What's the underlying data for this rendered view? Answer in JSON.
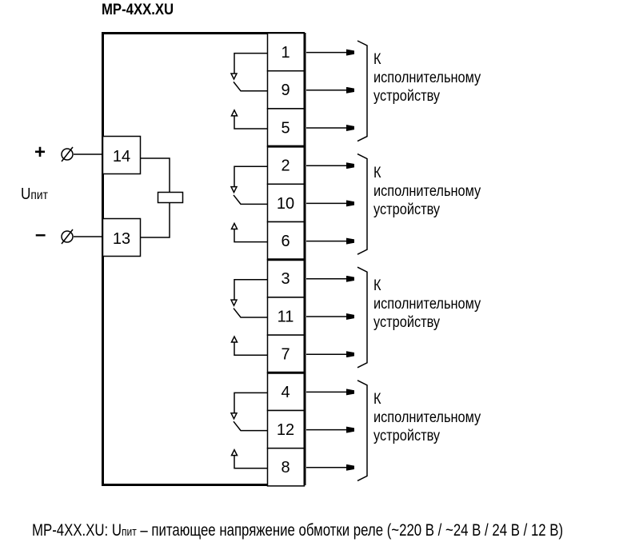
{
  "title": "MP-4XX.XU",
  "supply": {
    "label_main": "U",
    "label_sub": "пит",
    "plus_sign": "+",
    "minus_sign": "–",
    "terminals": [
      {
        "number": "14",
        "polarity": "+"
      },
      {
        "number": "13",
        "polarity": "-"
      }
    ]
  },
  "relay_groups": [
    {
      "terminals": [
        "1",
        "9",
        "5"
      ],
      "destination": [
        "К",
        "исполнительному",
        "устройству"
      ]
    },
    {
      "terminals": [
        "2",
        "10",
        "6"
      ],
      "destination": [
        "К",
        "исполнительному",
        "устройству"
      ]
    },
    {
      "terminals": [
        "3",
        "11",
        "7"
      ],
      "destination": [
        "К",
        "исполнительному",
        "устройству"
      ]
    },
    {
      "terminals": [
        "4",
        "12",
        "8"
      ],
      "destination": [
        "К",
        "исполнительному",
        "устройству"
      ]
    }
  ],
  "caption": {
    "prefix": "MP-4XX.XU: U",
    "sub": "пит",
    "rest": " – питающее напряжение обмотки реле (~220 В / ~24 В / 24 В / 12 В)"
  },
  "colors": {
    "line": "#000000",
    "background": "#ffffff"
  }
}
